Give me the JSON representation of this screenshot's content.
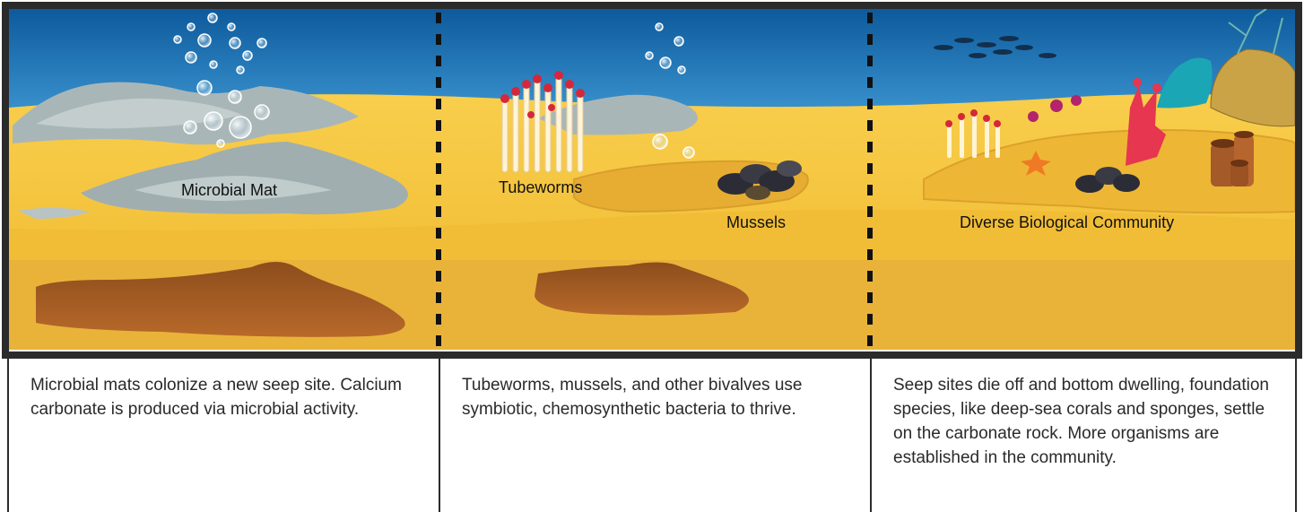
{
  "panels": [
    {
      "label": "Microbial Mat",
      "caption": "Microbial mats colonize a new seep site. Calcium carbonate is produced via microbial activity."
    },
    {
      "labels": [
        "Tubeworms",
        "Mussels"
      ],
      "caption": "Tubeworms, mussels, and other bivalves use symbiotic, chemosynthetic bacteria to thrive."
    },
    {
      "label": "Diverse Biological Community",
      "caption": "Seep sites die off and bottom dwelling, foundation species, like deep-sea corals and sponges, settle on the carbonate rock. More organisms are established in the community."
    }
  ],
  "colors": {
    "ocean_top": "#0d5a9c",
    "ocean_bottom": "#3a93cf",
    "sand": "#f5c23a",
    "deep_sediment": "#e7b13b",
    "carbonate_rock": "#a35b1e",
    "microbial_mat": "#a9b6b8",
    "frame": "#2b2b2b"
  }
}
